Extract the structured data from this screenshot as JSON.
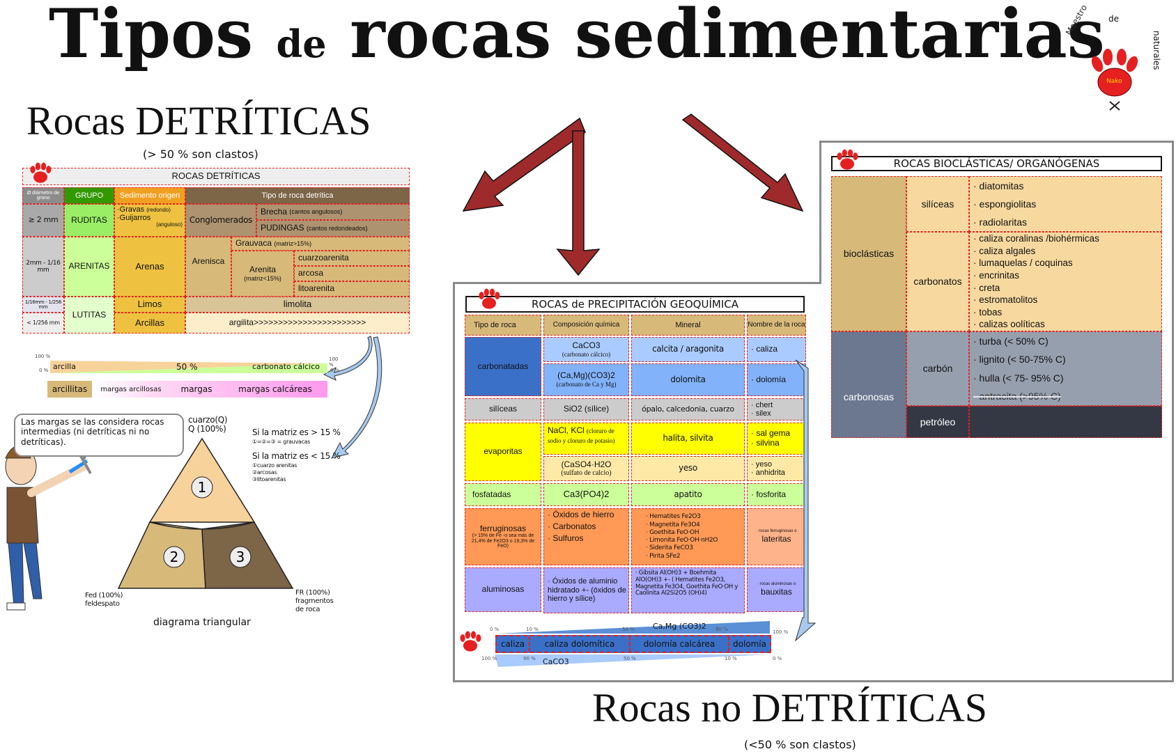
{
  "title": {
    "word1": "Tipos",
    "word2": "de",
    "word3": "rocas sedimentarias"
  },
  "logo": {
    "text_left": "Maestro",
    "text_mid": "de",
    "text_right": "naturales",
    "inner": "Nako"
  },
  "detriticas_heading": {
    "title": "Rocas DETRÍTICAS",
    "note": "(> 50 % son clastos)"
  },
  "no_detriticas_heading": {
    "title": "Rocas no DETRÍTICAS",
    "note": "(<50 % son clastos)"
  },
  "detriticas_table": {
    "caption": "ROCAS DETRÍTICAS",
    "headers": [
      "Ø diámetro de grano",
      "GRUPO",
      "Sedimento origen",
      "Tipo de roca detrítica"
    ],
    "sizes": [
      "≥ 2 mm",
      "2mm - 1/16 mm",
      "1/16mm - 1/256 mm",
      "< 1/256 mm"
    ],
    "groups": [
      "RUDITAS",
      "ARENITAS",
      "LUTITAS"
    ],
    "sediments": {
      "gravas": "·Gravas",
      "gravas_note": "(redondo)",
      "guijarros": "·Guijarros",
      "guijarros_note": "(anguloso)",
      "arenas": "Arenas",
      "limos": "Limos",
      "arcillas": "Arcillas"
    },
    "rocks": {
      "conglomerados": "Conglomerados",
      "brecha": "Brecha",
      "brecha_note": "(cantos angulosos)",
      "pudingas": "PUDINGAS",
      "pudingas_note": "(cantos redondeados)",
      "arenisca": "Arenisca",
      "grauvaca": "Grauvaca",
      "grauvaca_note": "(matriz>15%)",
      "arenita": "Arenita",
      "arenita_note": "(matriz<15%)",
      "cuarzoarenita": "cuarzoarenita",
      "arcosa": "arcosa",
      "litoarenita": "litoarenita",
      "limolita": "limolita",
      "argilita": "argilita>>>>>>>>>>>>>>>>>>>>>>>"
    }
  },
  "marl_scale": {
    "top_label": "100 %",
    "bottom_label": "0 %",
    "right_top": "100 %",
    "right_bottom": "0 %",
    "left": "arcilla",
    "mid": "50 %",
    "right": "carbonato cálcico",
    "types": [
      "arcillitas",
      "margas arcillosas",
      "margas",
      "margas calcáreas"
    ]
  },
  "speech": "Las margas se las considera rocas intermedias (ni detríticas ni no detríticas).",
  "triangle": {
    "top_label": "cuarzo(Q)",
    "top_pct": "Q (100%)",
    "left_label": "Fed (100%)",
    "left_sub": "feldespato",
    "right_label": "FR (100%)",
    "right_sub1": "fragmentos",
    "right_sub2": "de roca",
    "caption": "diagrama triangular",
    "regions": [
      "1",
      "2",
      "3"
    ],
    "rule1": "Si la matriz es > 15 %",
    "rule1_detail": "①=②=③ = grauvacas",
    "rule2": "Si la matriz es < 15 %",
    "rule2_items": [
      "①cuarzo arenitas",
      "②arcosas",
      "③litoarenitas"
    ]
  },
  "quimica_table": {
    "caption": "ROCAS de PRECIPITACIÓN GEOQUÍMICA",
    "headers": [
      "Tipo de roca",
      "Composición química",
      "Mineral",
      "Nombre de la roca"
    ],
    "types": [
      "carbonatadas",
      "silíceas",
      "evaporitas",
      "fosfatadas",
      "ferruginosas",
      "aluminosas"
    ],
    "ferruginosas_note": "(> 15% de Fe -o sea más de 21,4% de Fe2O3 o 19,3% de FeO)",
    "compositions": {
      "caco3": "CaCO3",
      "caco3_note": "(carbonato cálcico)",
      "camg": "(Ca,Mg)(CO3)2",
      "camg_note": "(carbonato de Ca y Mg)",
      "sio2": "SiO2 (sílice)",
      "nacl": "NaCl, KCl",
      "nacl_note": "(cloruro de sodio y cloruro de potasio)",
      "caso4": "(CaSO4·H2O",
      "caso4_note": "(sulfato de calcio)",
      "ca3po4": "Ca3(PO4)2",
      "fe": [
        "· Óxidos de hierro",
        "· Carbonatos",
        "· Sulfuros"
      ],
      "al": "· Óxidos de aluminio hidratado +- (óxidos de hierro y sílice)"
    },
    "minerals": {
      "calcita": "calcita / aragonita",
      "dolomita": "dolomita",
      "silice": "ópalo, calcedonia, cuarzo",
      "halita": "halita, silvita",
      "yeso": "yeso",
      "apatito": "apatito",
      "fe": [
        "· Hematites Fe2O3",
        "· Magnetita Fe3O4",
        "· Goethita FeO·OH",
        "· Limonita FeO·OH·nH2O",
        "· Siderita FeCO3",
        "· Pirita SFe2"
      ],
      "al": "· Gibsita Al(OH)3 + Boehmita AlO(OH)3 +- ( Hematites Fe2O3, Magnetita Fe3O4, Goethita FeO·OH y Caolinita Al2Si2O5 (OH)4)"
    },
    "names": {
      "caliza": "· caliza",
      "dolomia": "· dolomía",
      "chert": "· chert",
      "silex": "· silex",
      "salgema": "· sal gema",
      "silvina": "· silvina",
      "yeso": "· yeso",
      "anhidrita": "· anhidrita",
      "fosforita": "· fosforita",
      "fe_note": "· rocas ferruginosas o",
      "fe_name": "lateritas",
      "al_note": "· rocas aluminosas o",
      "al_name": "bauxitas"
    }
  },
  "dolomite_scale": {
    "top_series": "Ca,Mg (CO3)2",
    "bottom_series": "CaCO3",
    "top_ticks": [
      "0 %",
      "10 %",
      "50 %",
      "90 %",
      "100 %"
    ],
    "bottom_ticks": [
      "100 %",
      "90 %",
      "50 %",
      "10 %",
      "0 %"
    ],
    "types": [
      "caliza",
      "caliza dolomítica",
      "dolomía calcárea",
      "dolomía"
    ]
  },
  "bio_table": {
    "caption": "ROCAS BIOCLÁSTICAS/ ORGANÓGENAS",
    "groups": [
      "bioclásticas",
      "carbonosas"
    ],
    "subgroups": [
      "silíceas",
      "carbonatos",
      "carbón",
      "petróleo"
    ],
    "siliceas": [
      "· diatomitas",
      "· espongiolitas",
      "· radiolaritas"
    ],
    "carbonatos": [
      "· caliza coralinas /biohérmicas",
      "· caliza algales",
      "· lumaquelas / coquinas",
      "· encrinitas",
      "· creta",
      "· estromatolitos",
      "· tobas",
      "· calizas oolíticas"
    ],
    "carbon": [
      "· turba (< 50% C)",
      "· lignito (< 50-75% C)",
      "· hulla (< 75- 95% C)",
      "· antracita (>95% C)"
    ]
  },
  "colors": {
    "arrow": "#9e2a2b",
    "detritic_grey": "#a9a9a9",
    "green": "#339900",
    "orange": "#f0a020",
    "brown": "#7d6548",
    "tan": "#d7b97a",
    "light_tan": "#f7d9a0",
    "carb_dark": "#3b70c8",
    "carb_mid": "#82b2fa",
    "carb_light": "#aacbff",
    "evap": "#ffff00",
    "phos": "#ccff99",
    "ferr": "#ff9955",
    "alu": "#aaaaff",
    "carbon_dark": "#6b7890",
    "carbon_mid": "#969fae",
    "petroleo": "#333844"
  }
}
